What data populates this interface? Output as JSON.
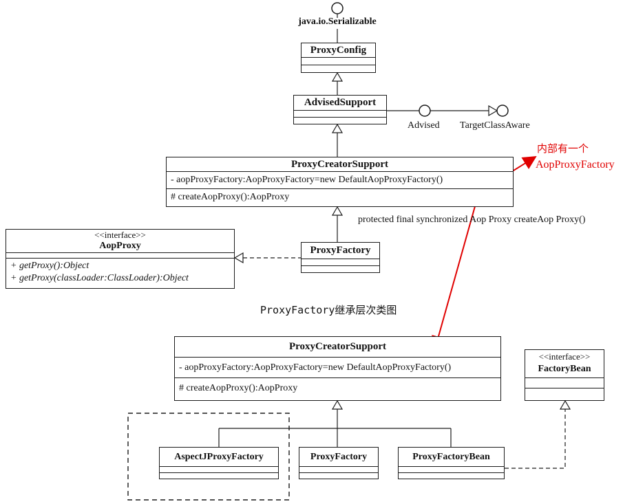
{
  "top": {
    "serializable": "java.io.Serializable",
    "proxy_config": "ProxyConfig",
    "advised_support": "AdvisedSupport",
    "advised": "Advised",
    "target_class_aware": "TargetClassAware",
    "pcs_name": "ProxyCreatorSupport",
    "pcs_attr_prefix": "- aopProxyFactory:AopProxyFactory=",
    "pcs_attr_highlight": "new DefaultAopProxyFactory()",
    "pcs_method": "# createAopProxy():AopProxy",
    "protected_note": "protected final synchronized Aop Proxy createAop Proxy()",
    "aop_proxy_stereo": "<<interface>>",
    "aop_proxy_name": "AopProxy",
    "aop_proxy_m1": "+ getProxy():Object",
    "aop_proxy_m2": "+ getProxy(classLoader:ClassLoader):Object",
    "proxy_factory": "ProxyFactory"
  },
  "annotation": {
    "line1": "内部有一个",
    "line2": "AopProxyFactory"
  },
  "caption": "ProxyFactory继承层次类图",
  "bottom": {
    "pcs_name": "ProxyCreatorSupport",
    "pcs_attr": "- aopProxyFactory:AopProxyFactory=new DefaultAopProxyFactory()",
    "pcs_method": "# createAopProxy():AopProxy",
    "factory_bean_stereo": "<<interface>>",
    "factory_bean_name": "FactoryBean",
    "aspectj": "AspectJProxyFactory",
    "proxy_factory": "ProxyFactory",
    "proxy_factory_bean": "ProxyFactoryBean"
  },
  "colors": {
    "line": "#1a1a1a",
    "highlight": "#e00000"
  }
}
